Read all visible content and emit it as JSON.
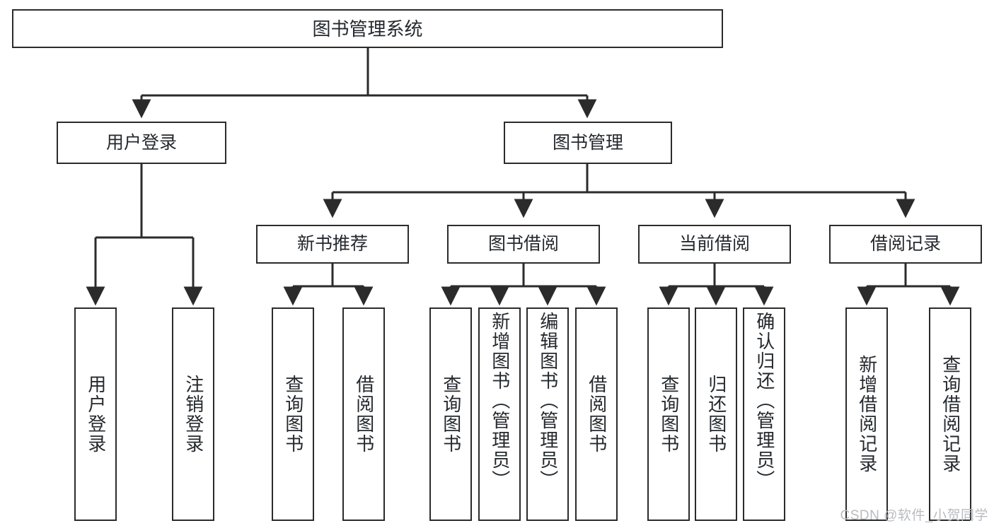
{
  "diagram": {
    "title": "图书管理系统",
    "type": "tree",
    "colors": {
      "background": "#ffffff",
      "box_border": "#2b2b2b",
      "box_fill": "#ffffff",
      "text": "#24292e",
      "connector": "#2b2b2b",
      "watermark": "#b9bcc0"
    },
    "root": {
      "label": "图书管理系统"
    },
    "level2": [
      {
        "label": "用户登录"
      },
      {
        "label": "图书管理"
      }
    ],
    "level3": [
      {
        "label": "新书推荐"
      },
      {
        "label": "图书借阅"
      },
      {
        "label": "当前借阅"
      },
      {
        "label": "借阅记录"
      }
    ],
    "leaves": {
      "user_login": [
        {
          "label": "用户登录"
        },
        {
          "label": "注销登录"
        }
      ],
      "new_book_recommend": [
        {
          "label": "查询图书"
        },
        {
          "label": "借阅图书"
        }
      ],
      "book_borrow": [
        {
          "label": "查询图书"
        },
        {
          "label": "新增图书（管理员）"
        },
        {
          "label": "编辑图书（管理员）"
        },
        {
          "label": "借阅图书"
        }
      ],
      "current_borrow": [
        {
          "label": "查询图书"
        },
        {
          "label": "归还图书"
        },
        {
          "label": "确认归还（管理员）"
        }
      ],
      "borrow_record": [
        {
          "label": "新增借阅记录"
        },
        {
          "label": "查询借阅记录"
        }
      ]
    }
  },
  "watermark": {
    "text": "CSDN @软件_小贺同学"
  }
}
